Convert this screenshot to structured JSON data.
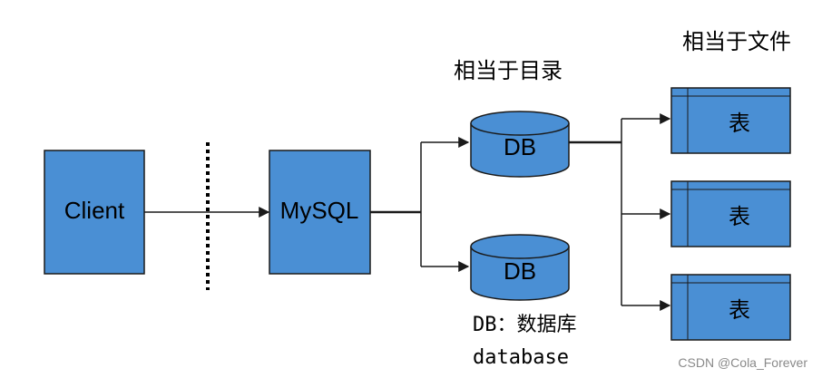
{
  "colors": {
    "box_fill": "#4a8fd4",
    "box_stroke": "#1a1a1a",
    "line": "#1a1a1a"
  },
  "client": {
    "label": "Client"
  },
  "server": {
    "label": "MySQL"
  },
  "databases": [
    {
      "label": "DB"
    },
    {
      "label": "DB"
    }
  ],
  "tables": [
    {
      "label": "表"
    },
    {
      "label": "表"
    },
    {
      "label": "表"
    }
  ],
  "annotations": {
    "db_note": "相当于目录",
    "table_note": "相当于文件",
    "db_definition_line1": "DB：数据库",
    "db_definition_line2": "database"
  },
  "watermark": "CSDN @Cola_Forever"
}
